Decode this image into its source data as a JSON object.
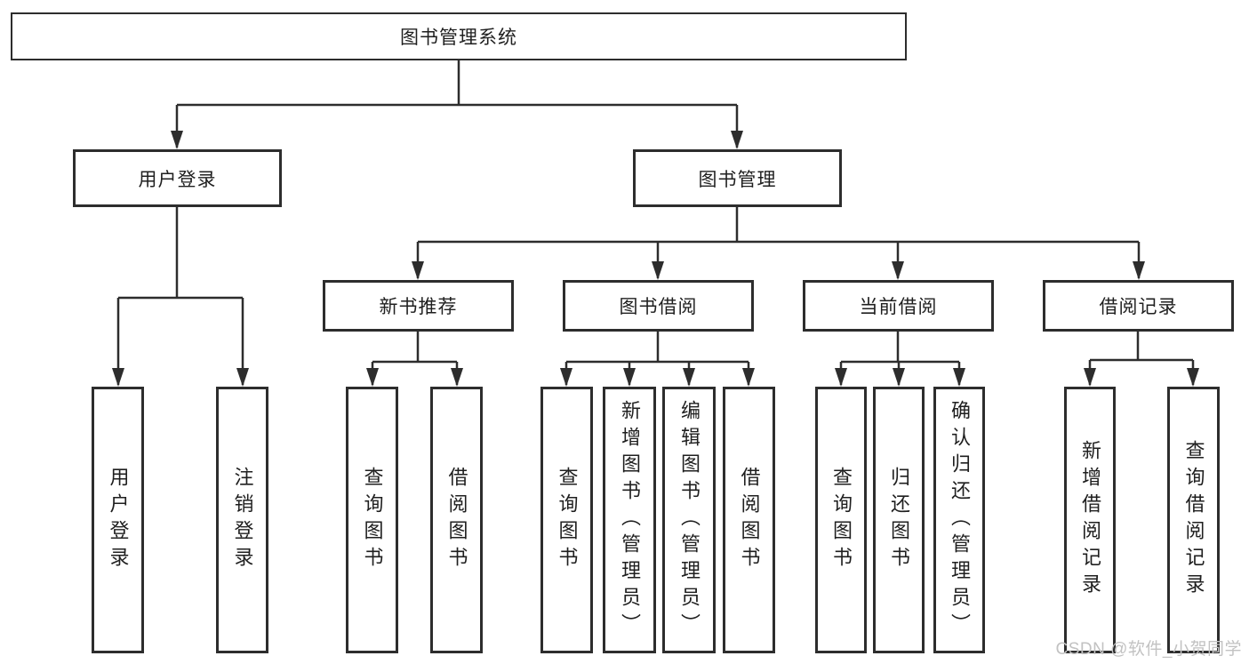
{
  "diagram": {
    "root": "图书管理系统",
    "branches": [
      {
        "label": "用户登录",
        "children": [
          "用户登录",
          "注销登录"
        ]
      },
      {
        "label": "图书管理",
        "groups": [
          {
            "label": "新书推荐",
            "children": [
              "查询图书",
              "借阅图书"
            ]
          },
          {
            "label": "图书借阅",
            "children": [
              "查询图书",
              "新增图书（管理员）",
              "编辑图书（管理员）",
              "借阅图书"
            ]
          },
          {
            "label": "当前借阅",
            "children": [
              "查询图书",
              "归还图书",
              "确认归还（管理员）"
            ]
          },
          {
            "label": "借阅记录",
            "children": [
              "新增借阅记录",
              "查询借阅记录"
            ]
          }
        ]
      }
    ],
    "line_color": "#2d2d2d",
    "watermark": "CSDN @软件_小贺同学"
  }
}
